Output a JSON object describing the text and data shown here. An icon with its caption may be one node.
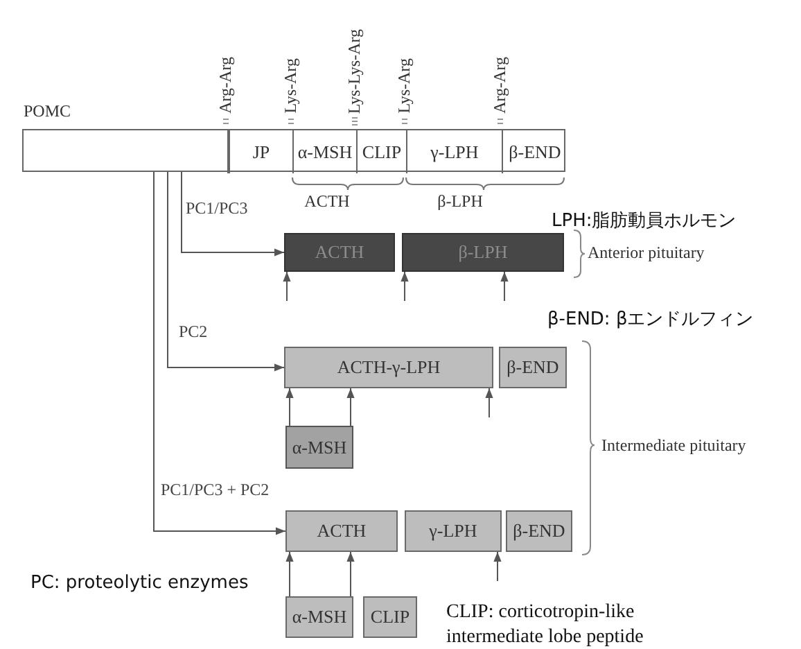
{
  "diagram": {
    "nodes": [
      {
        "text": [
          "POMC"
        ]
      },
      {
        "text": [],
        "shape": "box",
        "in": 0
      },
      {
        "text": [
          "JP"
        ],
        "in": 0
      },
      {
        "text": [
          "α-MSH"
        ],
        "in": 0
      },
      {
        "text": [
          "CLIP"
        ],
        "in": 0
      },
      {
        "text": [
          "γ-LPH"
        ],
        "in": 0
      },
      {
        "text": [
          "β-END"
        ],
        "in": 0
      },
      {
        "text": [
          "ACTH"
        ]
      },
      {
        "text": [
          "β-LPH"
        ]
      },
      {
        "text": [
          "ACTH-γ-LPH"
        ]
      },
      {
        "text": [
          "β-END"
        ]
      },
      {
        "text": [
          "α-MSH"
        ]
      },
      {
        "text": [
          "ACTH"
        ]
      },
      {
        "text": [
          "γ-LPH"
        ]
      },
      {
        "text": [
          "β-END"
        ]
      },
      {
        "text": [
          "α-MSH"
        ]
      },
      {
        "text": [
          "CLIP"
        ]
      }
    ],
    "edges": [
      {
        "from": 1,
        "to": 7,
        "arrow": "to",
        "label": "PC1/PC3"
      },
      {
        "from": 1,
        "to": 9,
        "arrow": "to",
        "label": "PC2"
      },
      {
        "from": 1,
        "to": 12,
        "arrow": "to",
        "label": "PC1/PC3 + PC2"
      },
      {
        "from": null,
        "to": 7,
        "arrow": "to"
      },
      {
        "from": null,
        "to": 8,
        "arrow": "to"
      },
      {
        "from": null,
        "to": 8,
        "arrow": "to"
      },
      {
        "from": 11,
        "to": 9,
        "arrow": "to"
      },
      {
        "from": 11,
        "to": 9,
        "arrow": "to"
      },
      {
        "from": null,
        "to": 9,
        "arrow": "to"
      },
      {
        "from": 15,
        "to": 12,
        "arrow": "to"
      },
      {
        "from": 15,
        "to": 12,
        "arrow": "to"
      },
      {
        "from": null,
        "to": 13,
        "arrow": "to"
      }
    ],
    "labels": [
      "Arg-Arg",
      "Lys-Arg",
      "Lys-Lys-Arg",
      "Lys-Arg",
      "Arg-Arg",
      "ACTH",
      "β-LPH",
      "LPH:脂肪動員ホルモン",
      "Anterior pituitary",
      "β-END: βエンドルフィン",
      "Intermediate pituitary",
      "PC: proteolytic enzymes",
      "CLIP: corticotropin-like intermediate lobe peptide"
    ]
  }
}
